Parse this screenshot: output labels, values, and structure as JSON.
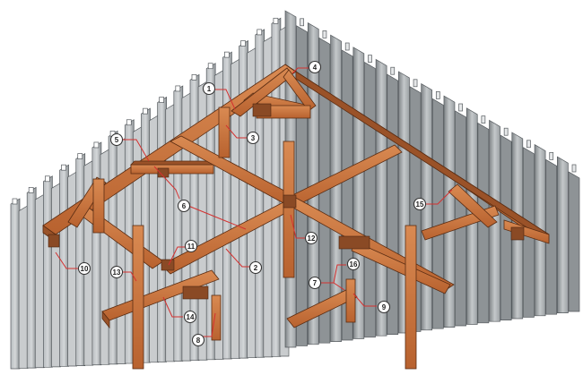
{
  "diagram": {
    "colors": {
      "pile_light": "#c9ccce",
      "pile_dark": "#8e9396",
      "pile_outline": "#555a5e",
      "timber_main": "#c8733f",
      "timber_dark": "#9a5228",
      "timber_outline": "#5a2c12",
      "leader_line": "#d4302f"
    },
    "callouts": [
      "1",
      "2",
      "3",
      "4",
      "5",
      "6",
      "7",
      "8",
      "9",
      "10",
      "11",
      "12",
      "13",
      "14",
      "15",
      "16"
    ]
  }
}
